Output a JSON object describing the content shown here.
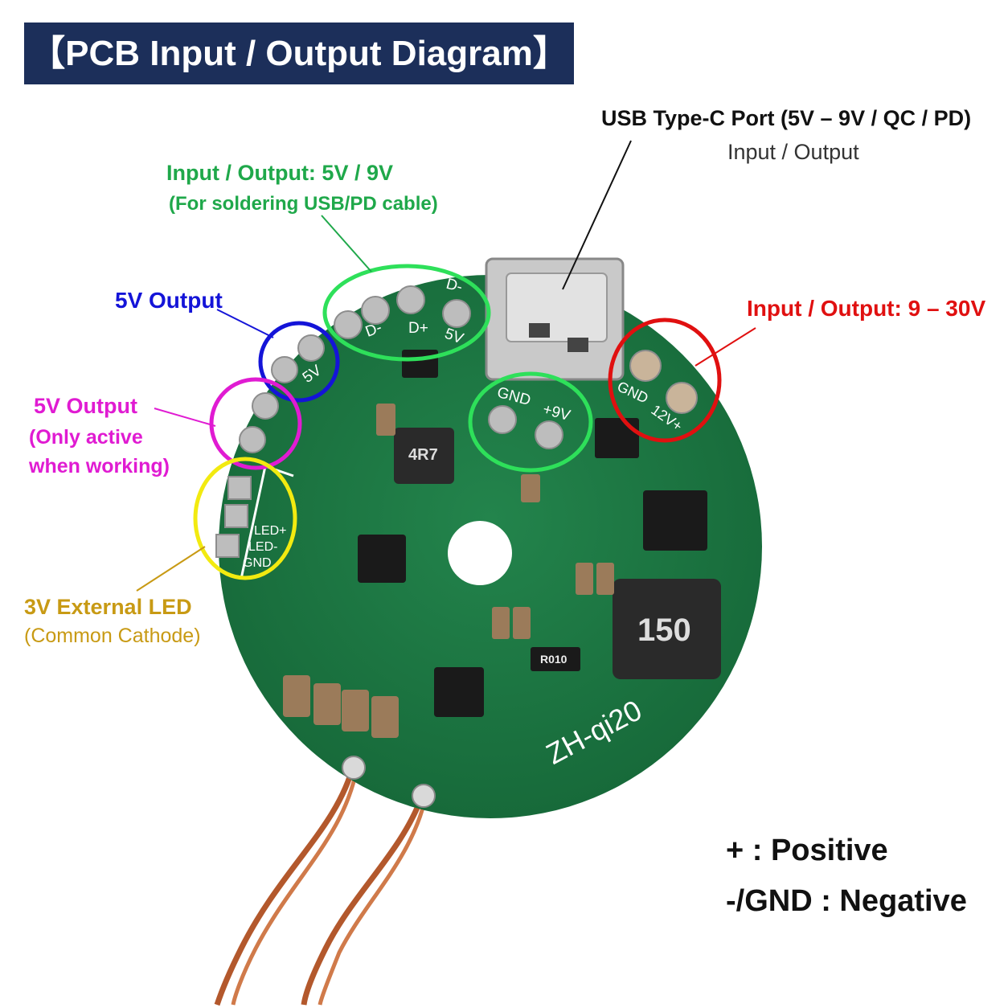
{
  "title": "【PCB Input / Output Diagram】",
  "labels": {
    "usbc_title": "USB Type-C Port (5V – 9V / QC / PD)",
    "usbc_sub": "Input / Output",
    "io_5v9v_title": "Input / Output: 5V / 9V",
    "io_5v9v_sub": "(For soldering USB/PD cable)",
    "out5v": "5V Output",
    "out5v_active_1": "5V Output",
    "out5v_active_2": "(Only active",
    "out5v_active_3": "when working)",
    "io_9_30v": "Input / Output: 9 – 30V",
    "led_title": "3V External LED",
    "led_sub": "(Common Cathode)"
  },
  "legend": {
    "positive": "+ : Positive",
    "negative": "-/GND : Negative"
  },
  "board": {
    "model": "ZH-qi20",
    "pads_top": [
      "D-",
      "D+",
      "5V",
      "D-"
    ],
    "pad_5v": "5V",
    "pads_gnd9v": [
      "GND",
      "+9V"
    ],
    "pads_gnd12v": [
      "GND",
      "12V+"
    ],
    "led_pads": [
      "LED+",
      "LED-",
      "GND"
    ],
    "inductor_small": "4R7",
    "inductor_large": "150",
    "resistor": "R010"
  },
  "colors": {
    "banner": "#1c2f5a",
    "green": "#1fa84a",
    "blue": "#1414d8",
    "magenta": "#e01bd2",
    "red": "#e01010",
    "gold": "#c89a14",
    "pcb": "#1e7a45"
  }
}
